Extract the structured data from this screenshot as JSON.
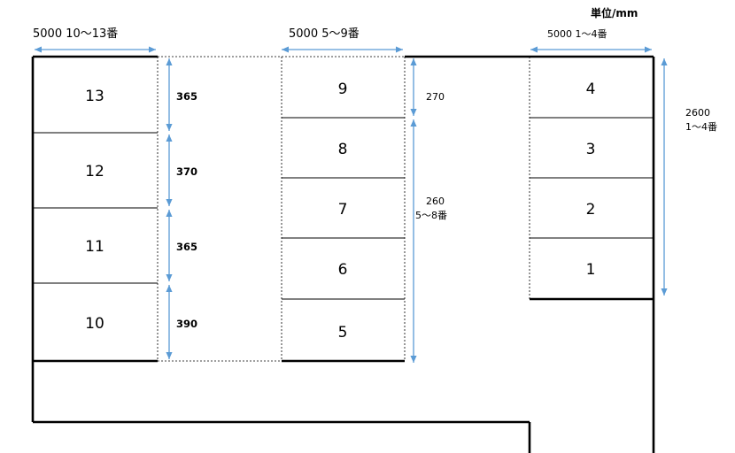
{
  "unit_label": "単位/mm",
  "groups": [
    {
      "width_label": "5000  10〜13番",
      "slots": [
        "13",
        "12",
        "11",
        "10"
      ],
      "aisle_dims": [
        "365",
        "370",
        "365",
        "390"
      ]
    },
    {
      "width_label": "5000  5〜9番",
      "slots": [
        "9",
        "8",
        "7",
        "6",
        "5"
      ],
      "dims": [
        {
          "lines": [
            "270"
          ]
        },
        {
          "lines": [
            "260",
            "5〜8番"
          ]
        }
      ]
    },
    {
      "width_label": "5000  1〜4番",
      "slots": [
        "4",
        "3",
        "2",
        "1"
      ],
      "dims": [
        {
          "lines": [
            "2600",
            "1〜4番"
          ]
        }
      ]
    }
  ],
  "colors": {
    "outline": "#000000",
    "dimension_arrow": "#5b9bd5",
    "dashed": "#000000"
  }
}
